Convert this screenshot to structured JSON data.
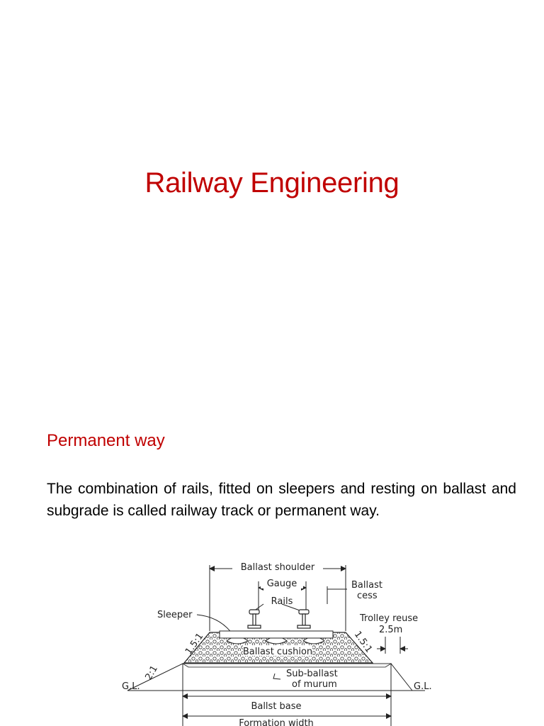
{
  "slide": {
    "title": "Railway Engineering",
    "section_heading": "Permanent way",
    "body": "The combination of rails, fitted on sleepers and resting on ballast and subgrade is called railway track or permanent way."
  },
  "diagram": {
    "labels": {
      "ballast_shoulder": "Ballast shoulder",
      "gauge": "Gauge",
      "rails": "Rails",
      "ballast_cess_1": "Ballast",
      "ballast_cess_2": "cess",
      "sleeper": "Sleeper",
      "trolley_reuse": "Trolley reuse",
      "trolley_dim": "2.5m",
      "slope_left": "1.5:1",
      "slope_right": "1.5:1",
      "slope_embankment": "2:1",
      "ballast_cushion": "Ballast cushion",
      "sub_ballast_1": "Sub-ballast",
      "sub_ballast_2": "of murum",
      "gl_left": "G.L.",
      "gl_right": "G.L.",
      "ballast_base": "Ballst base",
      "formation_width": "Formation width"
    }
  }
}
